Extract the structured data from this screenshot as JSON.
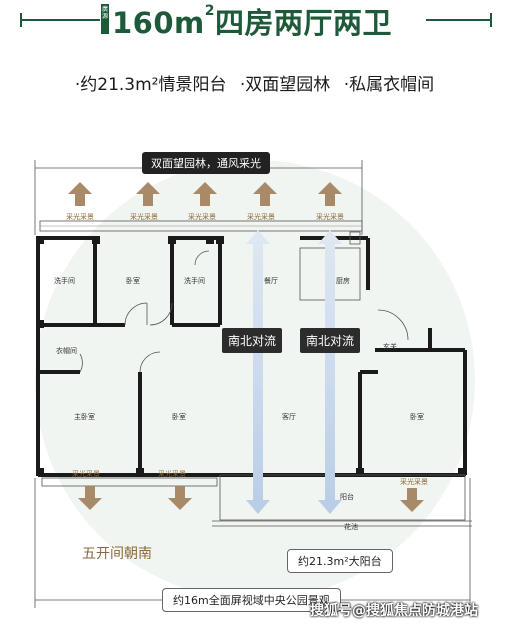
{
  "header": {
    "badge": "廣源",
    "title": "160m²四房两厅两卫"
  },
  "features": [
    "·约21.3m²情景阳台",
    "·双面望园林",
    "·私属衣帽间"
  ],
  "plan": {
    "north_banner": "双面望园林，通风采光",
    "bottom_banner": "约16m全面屏视域中央公园景观",
    "balcony_banner": "约21.3m²大阳台",
    "orientation": "五开间朝南",
    "flow_labels": [
      "南北对流",
      "南北对流"
    ],
    "sunlight_label": "采光采景",
    "rooms": {
      "bath1": "洗手间",
      "bed_north": "卧室",
      "bath2": "洗手间",
      "dining": "餐厅",
      "kitchen": "厨房",
      "closet": "衣帽间",
      "master": "主卧室",
      "bed_mid": "卧室",
      "living": "客厅",
      "foyer": "玄关",
      "bed_east": "卧室",
      "balcony": "阳台",
      "planter": "花池"
    }
  },
  "watermark": "搜狐号@搜狐焦点防城港站",
  "colors": {
    "brand": "#1e5a3a",
    "arrow_gold": "#a88a68",
    "flow_blue": "#b8cde6",
    "halo": "#eef3ee"
  }
}
